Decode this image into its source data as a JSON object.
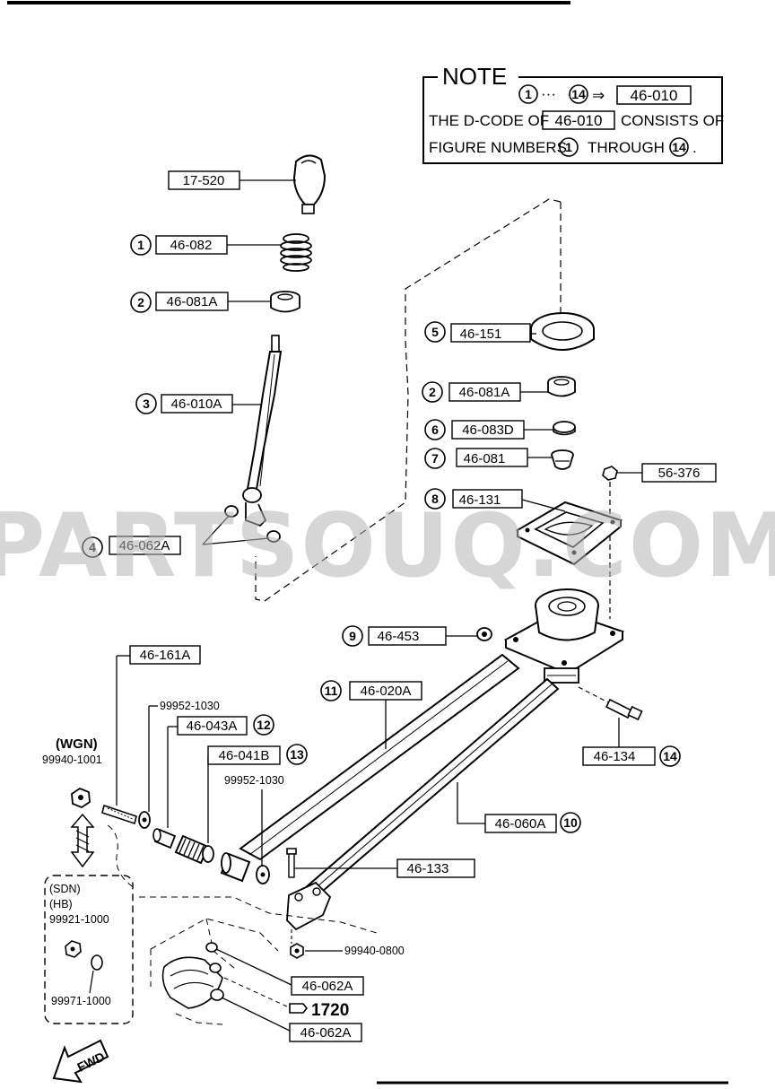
{
  "note": {
    "title": "NOTE",
    "range_start": "1",
    "range_dots": "···",
    "range_end": "14",
    "arrow": "⇒",
    "dcode": "46-010",
    "line1_pre": "THE D-CODE OF",
    "line1_code": "46-010",
    "line1_post": "CONSISTS OF",
    "line2_pre": "FIGURE NUMBERS",
    "line2_num1": "1",
    "line2_mid": "THROUGH",
    "line2_num2": "14",
    "line2_end": "."
  },
  "labels": {
    "p17520": "17-520",
    "p46082": "46-082",
    "p46081a_left": "46-081A",
    "p46010a": "46-010A",
    "p46062a_top": "46-062A",
    "p46151": "46-151",
    "p46081a_right": "46-081A",
    "p46083d": "46-083D",
    "p46081": "46-081",
    "p56376": "56-376",
    "p46131": "46-131",
    "p46453": "46-453",
    "p46161a": "46-161A",
    "p99952_top": "99952-1030",
    "p46043a": "46-043A",
    "p46041b": "46-041B",
    "p46020a": "46-020A",
    "wgn": "(WGN)",
    "p99940_1001": "99940-1001",
    "p99952_mid": "99952-1030",
    "p46134": "46-134",
    "p46060a": "46-060A",
    "p46133": "46-133",
    "sdn": "(SDN)",
    "hb": "(HB)",
    "p99921": "99921-1000",
    "p99940_0800": "99940-0800",
    "p46062a_b1": "46-062A",
    "p1720": "1720",
    "p46062a_b2": "46-062A",
    "p99971": "99971-1000",
    "fwd": "FWD"
  },
  "figure_numbers": {
    "n1": "1",
    "n2": "2",
    "n3": "3",
    "n4": "4",
    "n5": "5",
    "n2b": "2",
    "n6": "6",
    "n7": "7",
    "n8": "8",
    "n9": "9",
    "n11": "11",
    "n12": "12",
    "n13": "13",
    "n14": "14",
    "n10": "10"
  },
  "watermark": "PARTSOUQ.COM"
}
